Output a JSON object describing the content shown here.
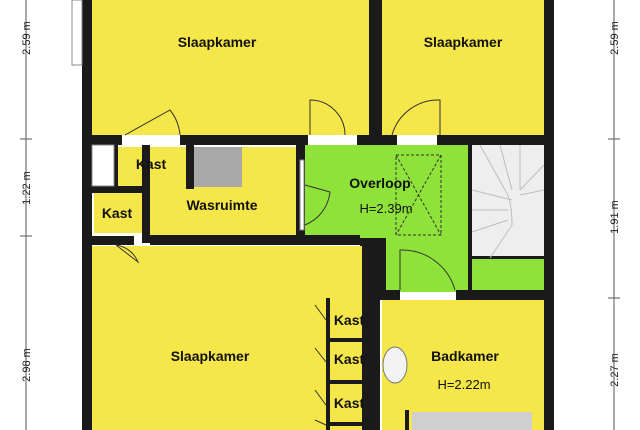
{
  "rooms": {
    "slaapkamer_top_left": "Slaapkamer",
    "slaapkamer_top_right": "Slaapkamer",
    "kast_1": "Kast",
    "kast_2": "Kast",
    "wasruimte": "Wasruimte",
    "overloop": "Overloop",
    "overloop_height": "H=2.39m",
    "slaapkamer_bottom": "Slaapkamer",
    "kast_3": "Kast",
    "kast_4": "Kast",
    "kast_5": "Kast",
    "badkamer": "Badkamer",
    "badkamer_height": "H=2.22m"
  },
  "dimensions": {
    "left_top": "2.59 m",
    "left_mid": "1.22 m",
    "left_bottom": "2.98 m",
    "right_top": "2.59 m",
    "right_mid": "1.91 m",
    "right_bottom": "2.27 m"
  },
  "colors": {
    "room_yellow": "#f5e74a",
    "landing_green": "#8ee23a",
    "wall": "#1a1a1a",
    "closet_grey": "#a8a8a8",
    "stairs_grey": "#eeeeee"
  }
}
